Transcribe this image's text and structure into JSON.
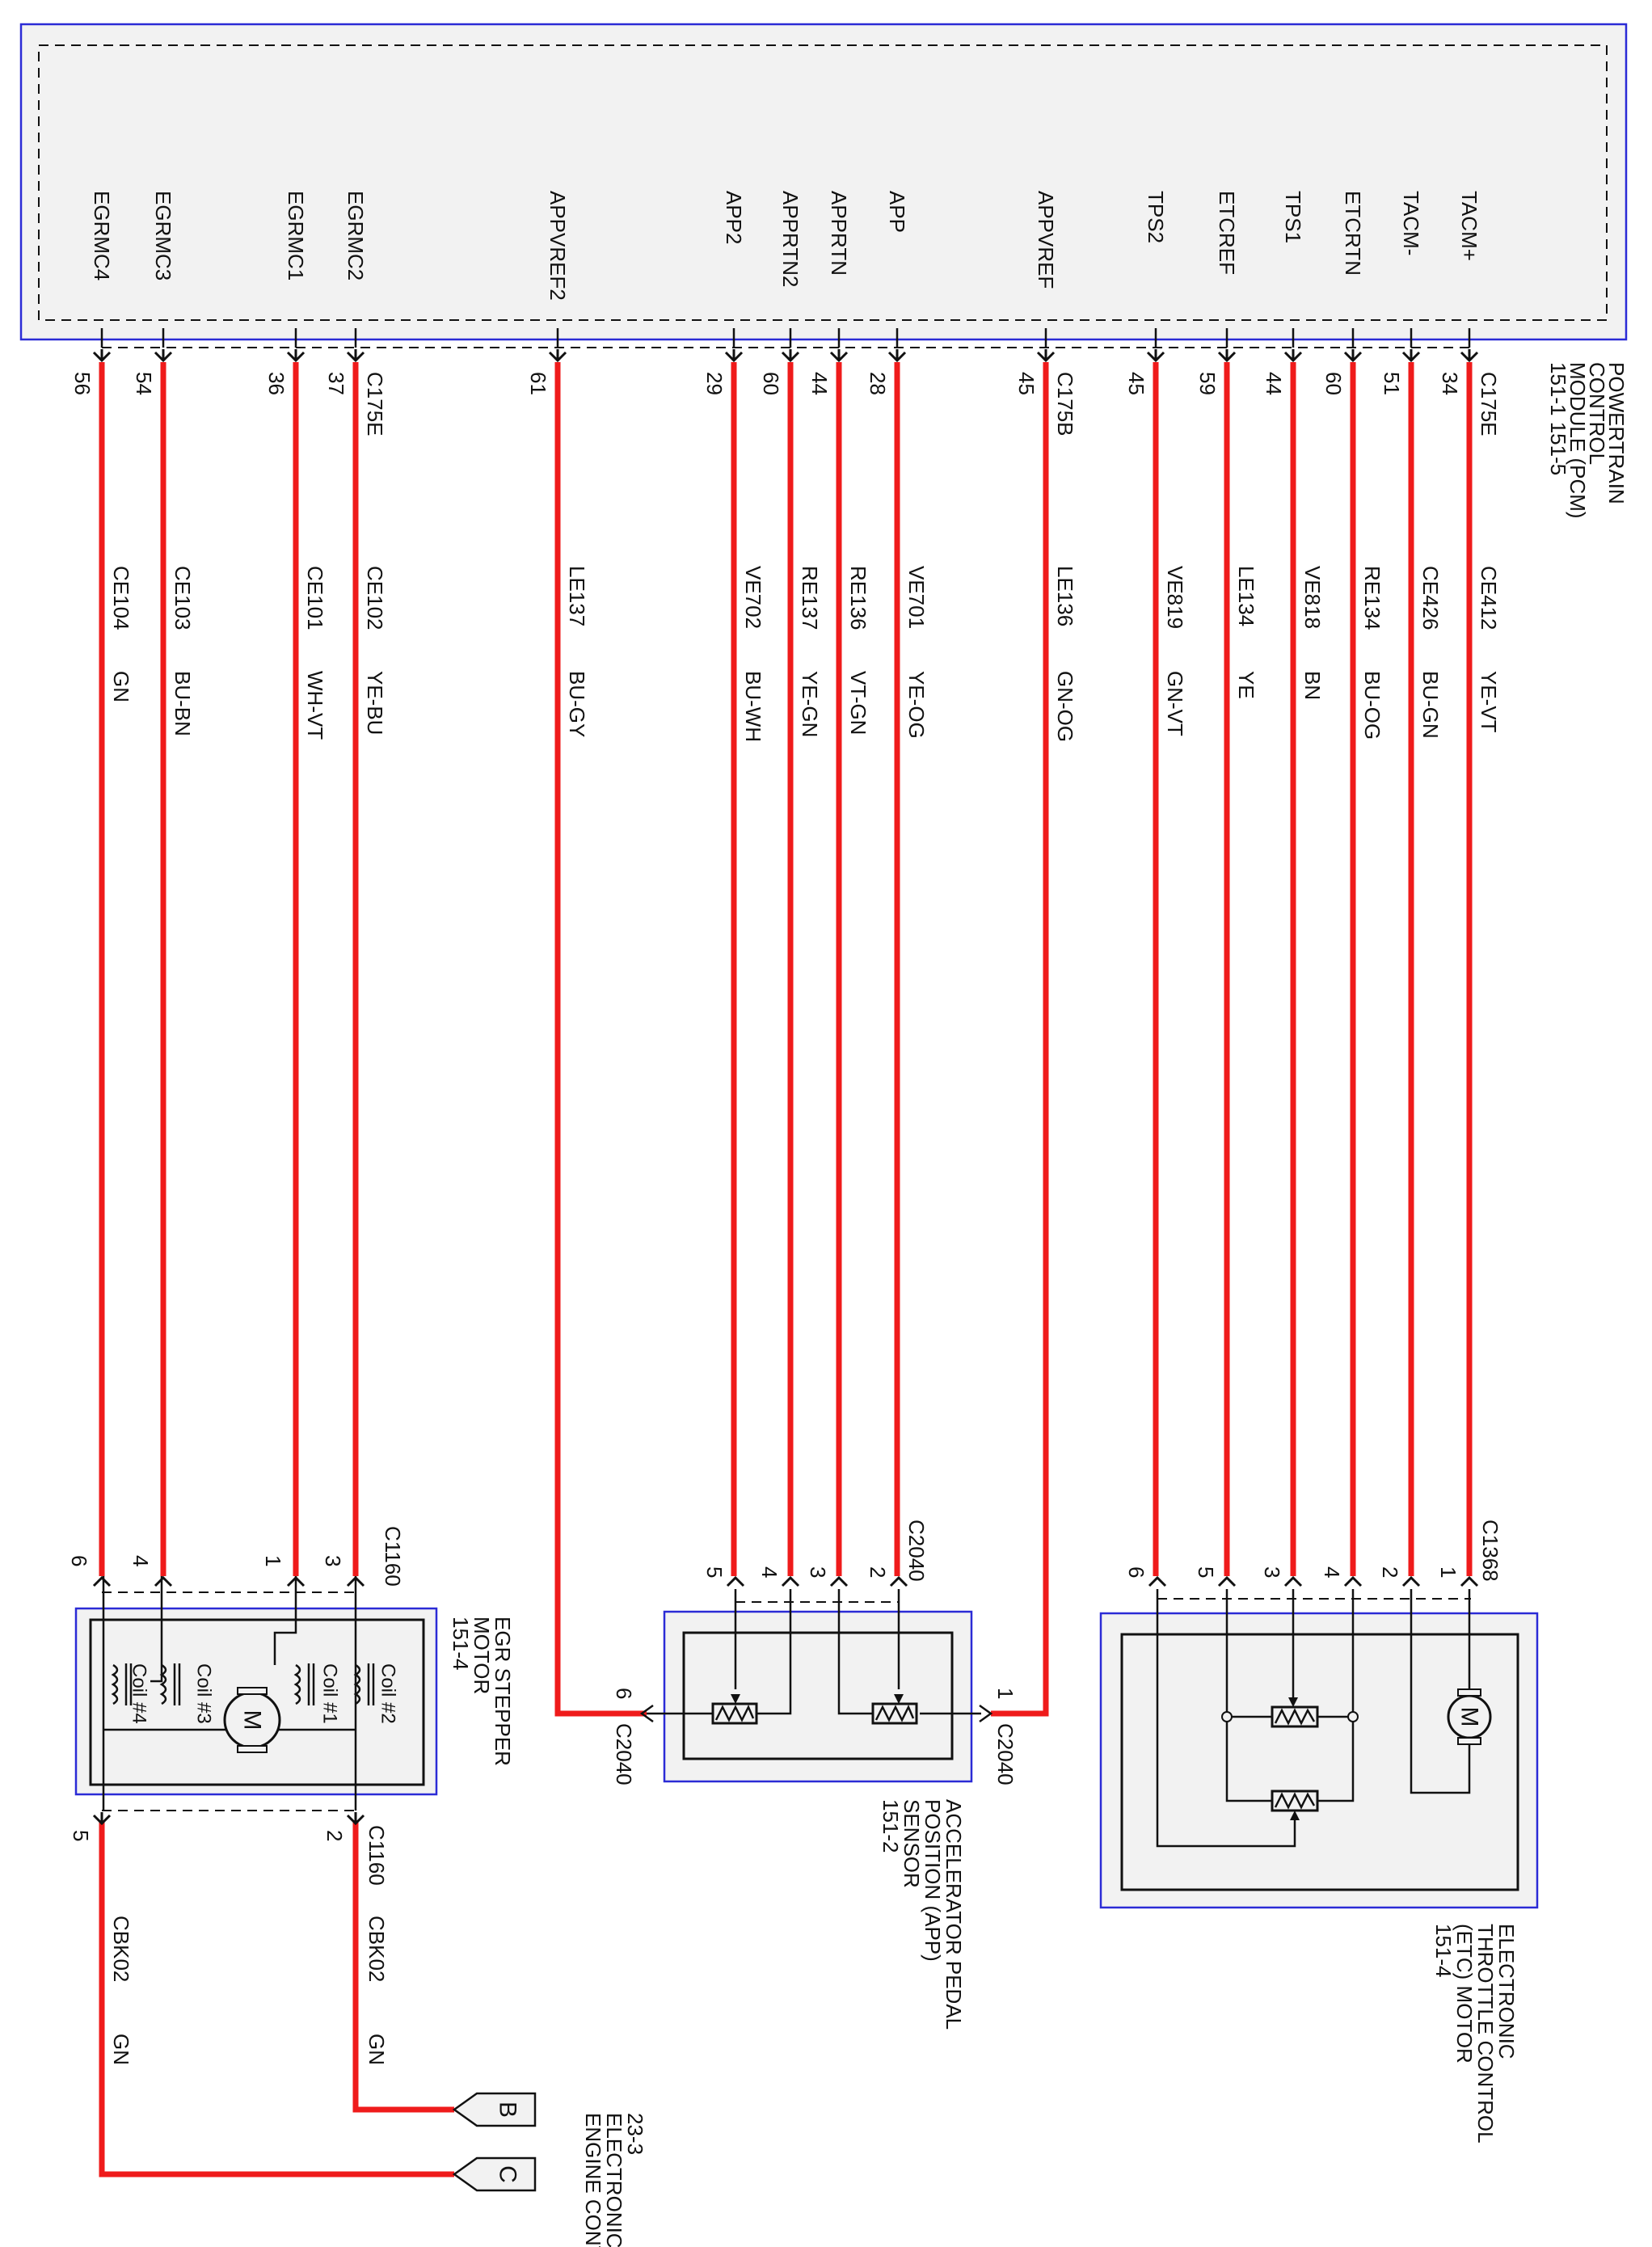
{
  "pcm": {
    "title": [
      "POWERTRAIN",
      "CONTROL",
      "MODULE (PCM)",
      "151-1  151-5"
    ],
    "pins": [
      {
        "signal": "EGRMC4",
        "pin": "56",
        "connector": "",
        "circuit": "CE104",
        "color": "GN"
      },
      {
        "signal": "EGRMC3",
        "pin": "54",
        "connector": "",
        "circuit": "CE103",
        "color": "BU-BN"
      },
      {
        "signal": "EGRMC1",
        "pin": "36",
        "connector": "",
        "circuit": "CE101",
        "color": "WH-VT"
      },
      {
        "signal": "EGRMC2",
        "pin": "37",
        "connector": "C175E",
        "circuit": "CE102",
        "color": "YE-BU"
      },
      {
        "signal": "APPVREF2",
        "pin": "61",
        "connector": "",
        "circuit": "LE137",
        "color": "BU-GY"
      },
      {
        "signal": "APP2",
        "pin": "29",
        "connector": "",
        "circuit": "VE702",
        "color": "BU-WH"
      },
      {
        "signal": "APPRTN2",
        "pin": "60",
        "connector": "",
        "circuit": "RE137",
        "color": "YE-GN"
      },
      {
        "signal": "APPRTN",
        "pin": "44",
        "connector": "",
        "circuit": "RE136",
        "color": "VT-GN"
      },
      {
        "signal": "APP",
        "pin": "28",
        "connector": "",
        "circuit": "VE701",
        "color": "YE-OG"
      },
      {
        "signal": "APPVREF",
        "pin": "45",
        "connector": "C175B",
        "circuit": "LE136",
        "color": "GN-OG"
      },
      {
        "signal": "TPS2",
        "pin": "45",
        "connector": "",
        "circuit": "VE819",
        "color": "GN-VT"
      },
      {
        "signal": "ETCREF",
        "pin": "59",
        "connector": "",
        "circuit": "LE134",
        "color": "YE"
      },
      {
        "signal": "TPS1",
        "pin": "44",
        "connector": "",
        "circuit": "VE818",
        "color": "BN"
      },
      {
        "signal": "ETCRTN",
        "pin": "60",
        "connector": "",
        "circuit": "RE134",
        "color": "BU-OG"
      },
      {
        "signal": "TACM-",
        "pin": "51",
        "connector": "",
        "circuit": "CE426",
        "color": "BU-GN"
      },
      {
        "signal": "TACM+",
        "pin": "34",
        "connector": "C175E",
        "circuit": "CE412",
        "color": "YE-VT"
      }
    ]
  },
  "egr": {
    "title": [
      "EGR STEPPER",
      "MOTOR",
      "151-4"
    ],
    "connector": "C1160",
    "connector_bottom": "C1160",
    "top_pins": [
      "6",
      "4",
      "1",
      "3"
    ],
    "coils": [
      "Coil #4",
      "Coil #3",
      "Coil #1",
      "Coil #2"
    ],
    "motor": "M",
    "bottom_pins": [
      "5",
      "2"
    ],
    "bottom_circuits": [
      {
        "circuit": "CBK02",
        "color": "GN"
      },
      {
        "circuit": "CBK02",
        "color": "GN"
      }
    ]
  },
  "app_sensor": {
    "title": [
      "ACCELERATOR PEDAL",
      "POSITION (APP)",
      "SENSOR",
      "151-2"
    ],
    "connector": "C2040",
    "top_pins": [
      "5",
      "4",
      "3",
      "2"
    ],
    "left_pin": "6",
    "left_connector": "C2040",
    "right_pin": "1",
    "right_connector": "C2040"
  },
  "etc": {
    "title": [
      "ELECTRONIC",
      "THROTTLE CONTROL",
      "(ETC) MOTOR",
      "151-4"
    ],
    "connector": "C1368",
    "top_pins": [
      "6",
      "5",
      "3",
      "4",
      "2",
      "1"
    ],
    "motor": "M"
  },
  "engine_controls": {
    "title": [
      "23-3",
      "ELECTRONIC",
      "ENGINE CONTROLS"
    ],
    "refs": [
      "B",
      "C"
    ]
  },
  "colors": {
    "wire": "#ef1b1b",
    "box_border": "#2b2bd6",
    "fill": "#f2f2f2"
  }
}
